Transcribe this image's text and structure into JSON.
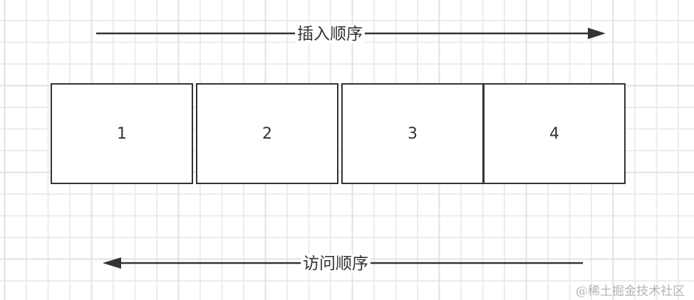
{
  "diagram": {
    "title": "LinkedHashMap order illustration",
    "insertion_arrow": {
      "label": "插入顺序",
      "direction": "right",
      "icon": "arrow-right-icon"
    },
    "access_arrow": {
      "label": "访问顺序",
      "direction": "left",
      "icon": "arrow-left-icon"
    },
    "cells": [
      {
        "label": "1"
      },
      {
        "label": "2"
      },
      {
        "label": "3"
      },
      {
        "label": "4"
      }
    ],
    "colors": {
      "stroke": "#333333",
      "grid_minor": "#ececec",
      "grid_major": "#e2e2e2",
      "background": "#ffffff",
      "watermark": "#b4b4b4"
    }
  },
  "watermark": {
    "text": "@稀土掘金技术社区"
  }
}
